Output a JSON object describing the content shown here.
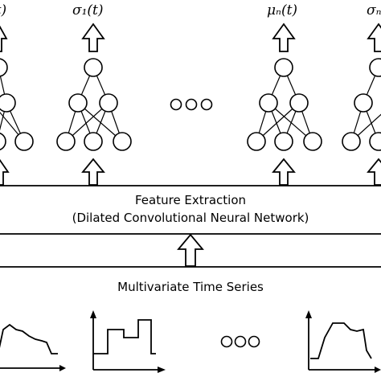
{
  "output_labels": [
    {
      "id": "col-1",
      "text": "(t)"
    },
    {
      "id": "col-2",
      "text": "σ₁(t)"
    },
    {
      "id": "col-3",
      "text": "μₙ(t)"
    },
    {
      "id": "col-4",
      "text": "σₙ"
    }
  ],
  "feature_extraction": {
    "title": "Feature Extraction",
    "subtitle": "(Dilated Convolutional Neural Network)"
  },
  "time_series": {
    "title": "Multivariate Time Series"
  },
  "icons": {
    "network": "neural-network-icon",
    "ellipsis": "ellipsis-circles-icon",
    "arrow": "up-arrow-icon",
    "signal": "time-series-plot-icon"
  }
}
